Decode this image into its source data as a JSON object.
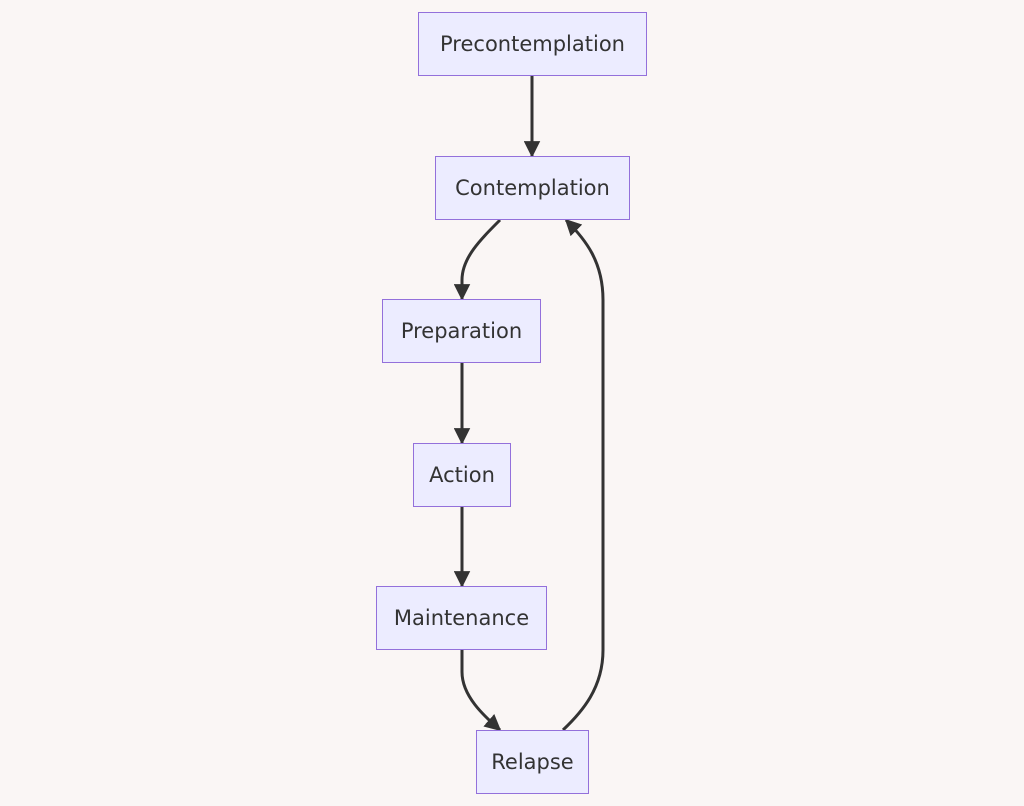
{
  "diagram": {
    "type": "flowchart",
    "direction": "top-down",
    "colors": {
      "background": "#faf6f5",
      "node_fill": "#ececff",
      "node_border": "#9370db",
      "text": "#333333",
      "edge": "#333333"
    },
    "nodes": [
      {
        "id": "precontemplation",
        "label": "Precontemplation"
      },
      {
        "id": "contemplation",
        "label": "Contemplation"
      },
      {
        "id": "preparation",
        "label": "Preparation"
      },
      {
        "id": "action",
        "label": "Action"
      },
      {
        "id": "maintenance",
        "label": "Maintenance"
      },
      {
        "id": "relapse",
        "label": "Relapse"
      }
    ],
    "edges": [
      {
        "from": "precontemplation",
        "to": "contemplation"
      },
      {
        "from": "contemplation",
        "to": "preparation"
      },
      {
        "from": "preparation",
        "to": "action"
      },
      {
        "from": "action",
        "to": "maintenance"
      },
      {
        "from": "maintenance",
        "to": "relapse"
      },
      {
        "from": "relapse",
        "to": "contemplation"
      }
    ]
  }
}
